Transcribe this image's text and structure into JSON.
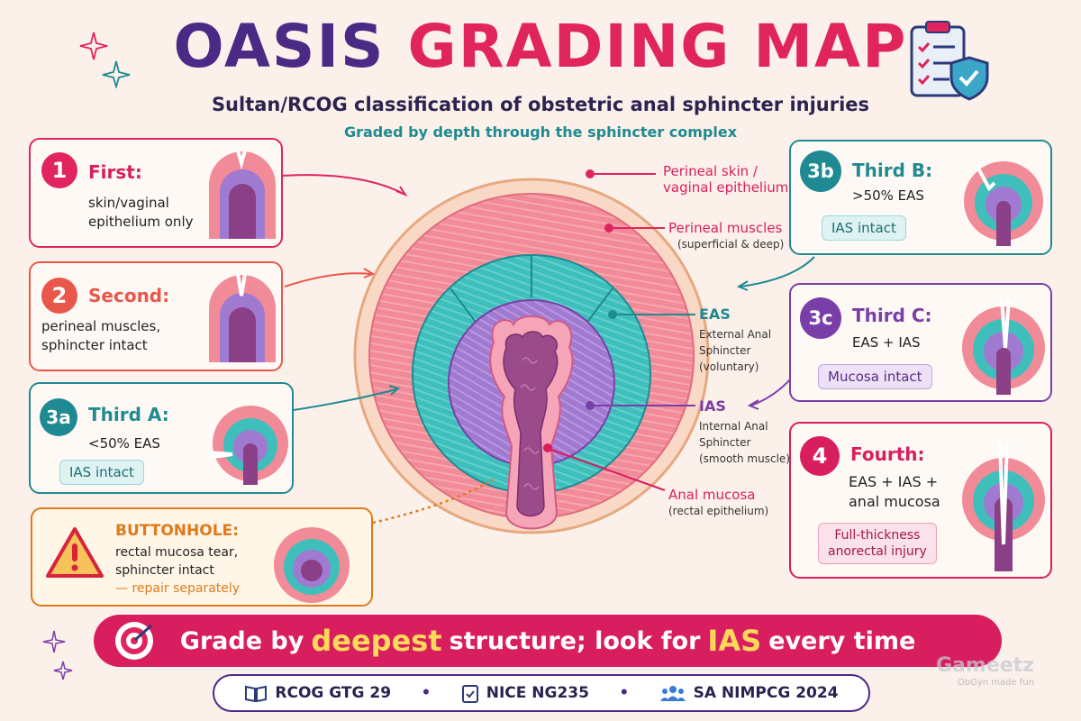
{
  "header": {
    "title_part1": "OASIS",
    "title_part2": "GRADING MAP",
    "subtitle": "Sultan/RCOG classification of obstetric anal sphincter injuries",
    "subtitle2": "Graded by depth through the sphincter complex"
  },
  "grades": {
    "first": {
      "badge": "1",
      "title": "First:",
      "line1": "skin/vaginal",
      "line2": "epithelium only"
    },
    "second": {
      "badge": "2",
      "title": "Second:",
      "line1": "perineal muscles,",
      "line2": "sphincter intact"
    },
    "third_a": {
      "badge": "3a",
      "title": "Third A:",
      "line1": "<50% EAS",
      "pill": "IAS intact"
    },
    "third_b": {
      "badge": "3b",
      "title": "Third B:",
      "line1": ">50% EAS",
      "pill": "IAS intact"
    },
    "third_c": {
      "badge": "3c",
      "title": "Third C:",
      "line1": "EAS + IAS",
      "pill": "Mucosa intact"
    },
    "fourth": {
      "badge": "4",
      "title": "Fourth:",
      "line1": "EAS + IAS +",
      "line2": "anal mucosa",
      "pill_line1": "Full-thickness",
      "pill_line2": "anorectal injury"
    }
  },
  "buttonhole": {
    "title": "BUTTONHOLE:",
    "line1": "rectal mucosa tear,",
    "line2": "sphincter intact",
    "line3": "— repair separately"
  },
  "anatomy": {
    "skin_line1": "Perineal skin /",
    "skin_line2": "vaginal epithelium",
    "muscles": "Perineal muscles",
    "muscles_sub": "(superficial & deep)",
    "eas": "EAS",
    "eas_sub1": "External Anal",
    "eas_sub2": "Sphincter",
    "eas_sub3": "(voluntary)",
    "ias": "IAS",
    "ias_sub1": "Internal Anal",
    "ias_sub2": "Sphincter",
    "ias_sub3": "(smooth muscle)",
    "mucosa": "Anal mucosa",
    "mucosa_sub": "(rectal epithelium)"
  },
  "banner": {
    "pre": "Grade by",
    "hl1": "deepest",
    "mid": "structure; look for",
    "hl2": "IAS",
    "post": "every time"
  },
  "footer": {
    "ref1": "RCOG GTG 29",
    "ref2": "NICE NG235",
    "ref3": "SA NIMPCG 2024"
  },
  "watermark": {
    "line1": "Gameetz",
    "line2": "ObGyn made fun"
  },
  "colors": {
    "pink": "#e0245e",
    "coral": "#e9574b",
    "teal": "#1f8a91",
    "purple": "#7a3ea8",
    "orange": "#e07a1a",
    "navy": "#4b2a86"
  }
}
